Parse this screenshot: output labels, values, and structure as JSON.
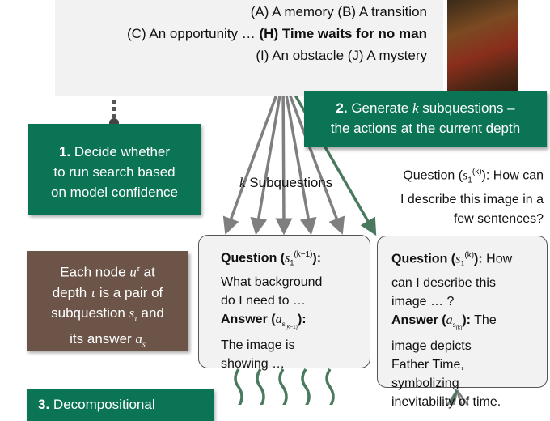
{
  "top_box": {
    "line1": "(A) A memory  (B) A transition",
    "line2_plain": "(C) An opportunity  …",
    "line2_bold": "(H) Time waits for no man",
    "line3": "(I) An obstacle  (J) A mystery"
  },
  "image": {
    "alt": "painting-of-father-time"
  },
  "step1": {
    "number": "1.",
    "text_line1": "Decide whether",
    "text_line2": "to run search based",
    "text_line3": "on model confidence"
  },
  "step2": {
    "number": "2.",
    "text_a": "Generate",
    "k": "k",
    "text_b": "subquestions –",
    "line2": "the actions at the current depth"
  },
  "step3": {
    "number": "3.",
    "text": "Decompositional"
  },
  "k_subquestions": {
    "k": "k",
    "label": "Subquestions"
  },
  "question_annotation": {
    "prefix": "Question (",
    "sym": "s",
    "sub": "1",
    "sup": "(k)",
    "suffix": "): How can",
    "line2": "I describe this image in a",
    "line3": "few sentences?"
  },
  "node_definition": {
    "line1a": "Each node",
    "u": "u",
    "tau_sup": "τ",
    "line1b": "at",
    "line2a": "depth",
    "tau": "τ",
    "line2b": "is a pair of",
    "line3a": "subquestion",
    "s": "s",
    "line3b": "and",
    "line4a": "its answer",
    "a": "a"
  },
  "node1": {
    "q_label": "Question (",
    "q_sup": "(k−1)",
    "q_end": "):",
    "q_text1": "What background",
    "q_text2": "do I need to …",
    "a_label": "Answer (",
    "a_end": "):",
    "a_text1": "The image is",
    "a_text2": "showing …"
  },
  "node2": {
    "q_label": "Question (",
    "q_sup": "(k)",
    "q_end": "):",
    "q_text_inline": "How",
    "q_text2": "can I describe this",
    "q_text3": "image … ?",
    "a_label": "Answer (",
    "a_end": "):",
    "a_text_inline": "The",
    "a_text2": "image depicts",
    "a_text3": "Father Time,",
    "a_text4": "symbolizing",
    "a_text5": "inevitability of time."
  },
  "colors": {
    "green": "#0b7455",
    "brown": "#6c5548",
    "gray_arrow": "#7f7f7f",
    "green_arrow": "#4a7a5e"
  }
}
